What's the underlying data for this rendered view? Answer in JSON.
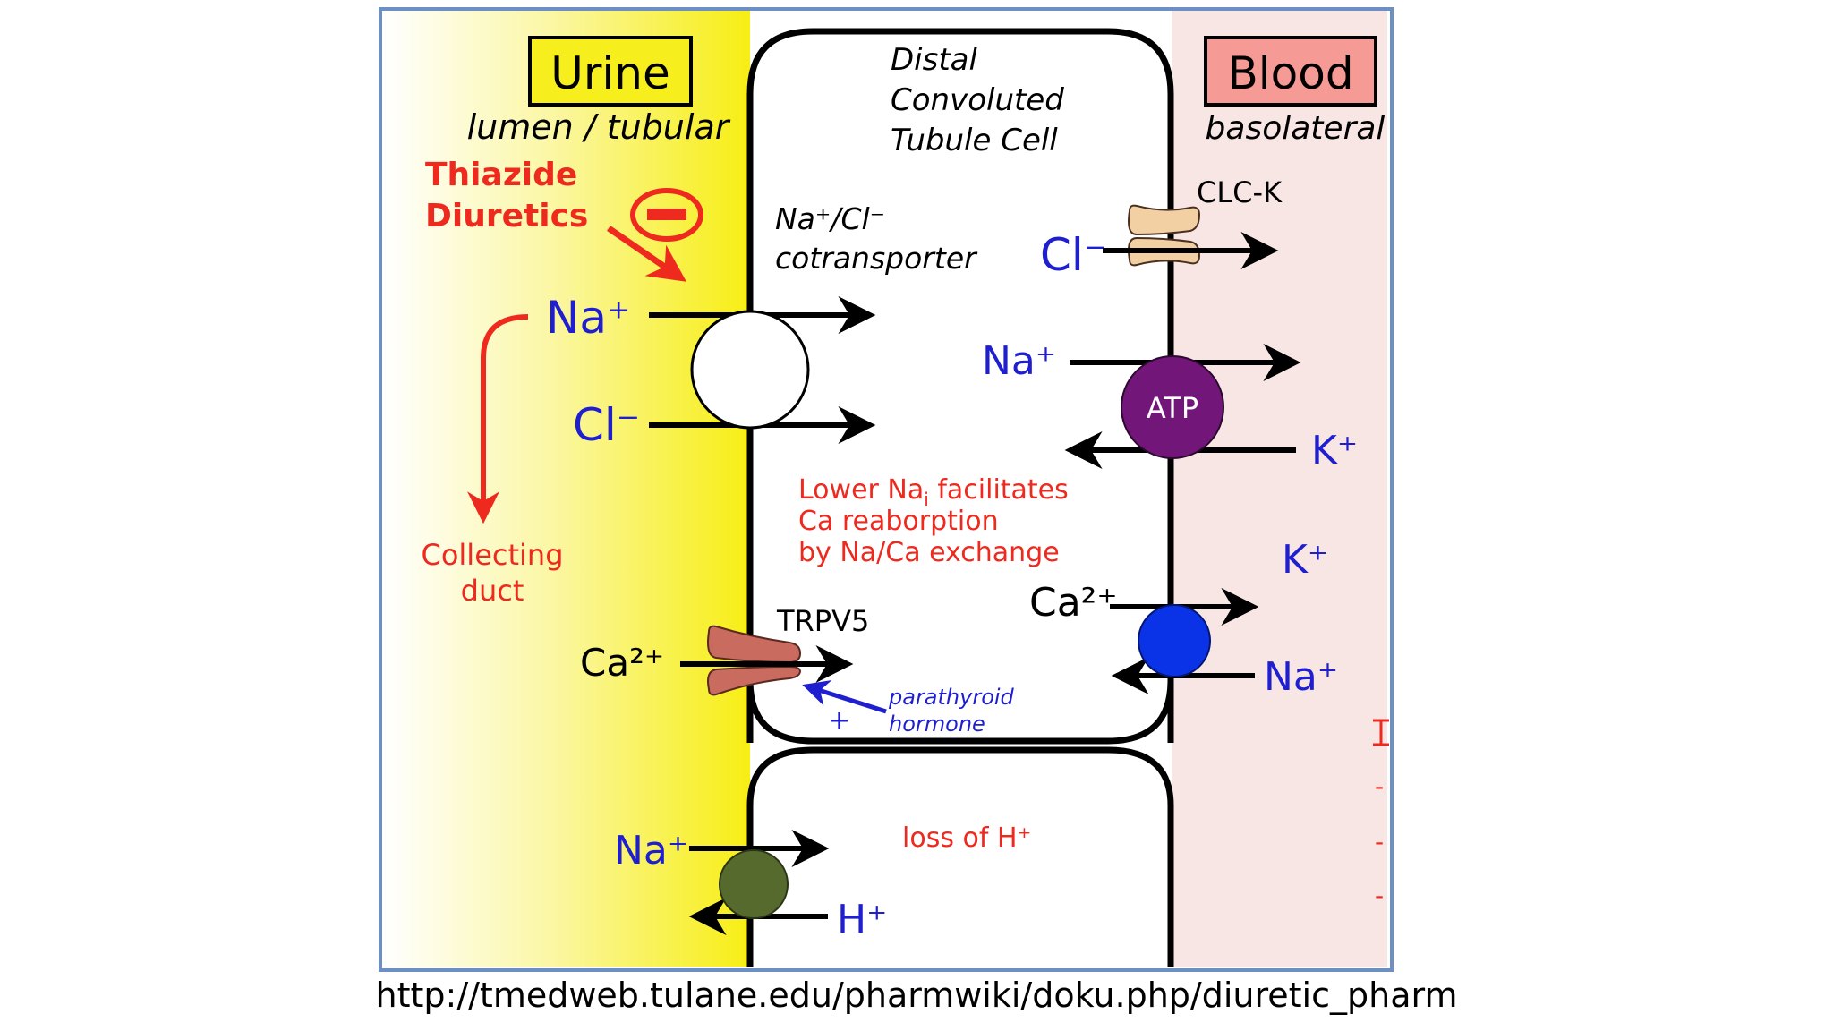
{
  "labels": {
    "urine": "Urine",
    "lumen": "lumen / tubular",
    "blood": "Blood",
    "basolateral": "basolateral",
    "cell_line1": "Distal",
    "cell_line2": "Convoluted",
    "cell_line3": "Tubule Cell",
    "thiazide_line1": "Thiazide",
    "thiazide_line2": "Diuretics",
    "cotransporter_ion": "Na⁺/Cl⁻",
    "cotransporter": "cotransporter",
    "clck": "CLC-K",
    "atp": "ATP",
    "lower_line1": "Lower Na",
    "lower_sub": "i",
    "lower_line1b": " facilitates",
    "lower_line2": "Ca reaborption",
    "lower_line3": "by Na/Ca exchange",
    "collecting_line1": "Collecting",
    "collecting_line2": "duct",
    "trpv5": "TRPV5",
    "pth_line1": "parathyroid",
    "pth_line2": "hormone",
    "pth_plus": "+",
    "loss_h": "loss of H⁺",
    "bullet_1": "-",
    "bullet_2": "-",
    "bullet_3": "-"
  },
  "ions": {
    "na_lumen": "Na⁺",
    "cl_lumen": "Cl⁻",
    "cl_baso": "Cl⁻",
    "na_atp": "Na⁺",
    "k_atp": "K⁺",
    "k_mid": "K⁺",
    "ca_baso": "Ca²⁺",
    "na_exch": "Na⁺",
    "ca_lumen": "Ca²⁺",
    "na_lower": "Na⁺",
    "h_lower": "H⁺"
  },
  "source_url": "http://tmedweb.tulane.edu/pharmwiki/doku.php/diuretic_pharm",
  "colors": {
    "ion_blue": "#1f1fd0",
    "red_text": "#ee2a1f",
    "yellow": "#f7ef1d",
    "pink_region": "#f7e6e4",
    "frame": "#6e8fc4",
    "atp": "#73167a",
    "exchanger_blue": "#0a33e8",
    "olive": "#566a2e"
  }
}
